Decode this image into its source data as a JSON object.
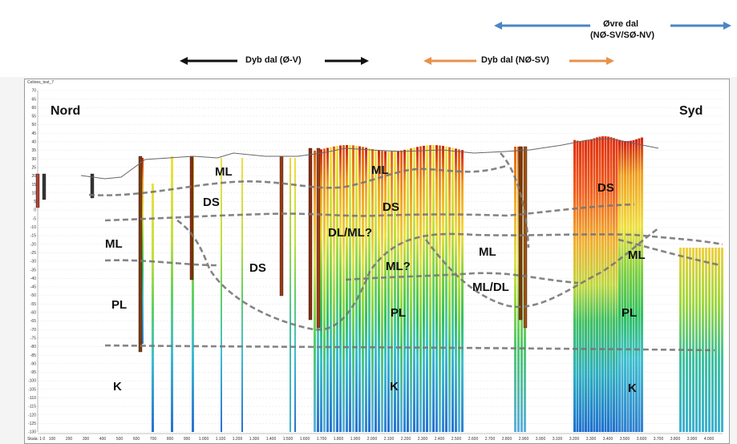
{
  "header": {
    "arrows": [
      {
        "id": "dyb-dal-ov",
        "label": "Dyb dal (Ø-V)",
        "color": "#111111"
      },
      {
        "id": "dyb-dal-nosv",
        "label": "Dyb dal (NØ-SV)",
        "color": "#e8914a"
      },
      {
        "id": "ovre-dal",
        "label_line1": "Øvre dal",
        "label_line2": "(NØ-SV/SØ-NV)",
        "color": "#4a86c8"
      }
    ]
  },
  "profile": {
    "window_title": "Celines_test_7",
    "scale_text": "Skala: 1:0",
    "north": "Nord",
    "south": "Syd",
    "y_ticks": [
      "70",
      "65",
      "60",
      "55",
      "50",
      "45",
      "40",
      "35",
      "30",
      "25",
      "20",
      "15",
      "10",
      "5",
      "0",
      "-5",
      "-10",
      "-15",
      "-20",
      "-25",
      "-30",
      "-35",
      "-40",
      "-45",
      "-50",
      "-55",
      "-60",
      "-65",
      "-70",
      "-75",
      "-80",
      "-85",
      "-90",
      "-95",
      "-100",
      "-105",
      "-110",
      "-115",
      "-120",
      "-125",
      "-130"
    ],
    "x_ticks": [
      "100",
      "200",
      "300",
      "400",
      "500",
      "600",
      "700",
      "800",
      "900",
      "1.000",
      "1.100",
      "1.200",
      "1.300",
      "1.400",
      "1.500",
      "1.600",
      "1.700",
      "1.800",
      "1.900",
      "2.000",
      "2.100",
      "2.200",
      "2.300",
      "2.400",
      "2.500",
      "2.600",
      "2.700",
      "2.800",
      "2.900",
      "3.000",
      "3.100",
      "3.200",
      "3.300",
      "3.400",
      "3.500",
      "3.600",
      "3.700",
      "3.800",
      "3.900",
      "4.000"
    ],
    "units": [
      {
        "id": "ml-1",
        "text": "ML"
      },
      {
        "id": "ds-1",
        "text": "DS"
      },
      {
        "id": "ml-2",
        "text": "ML"
      },
      {
        "id": "ds-2",
        "text": "DS"
      },
      {
        "id": "pl-1",
        "text": "PL"
      },
      {
        "id": "k-1",
        "text": "K"
      },
      {
        "id": "ml-3",
        "text": "ML"
      },
      {
        "id": "ds-3",
        "text": "DS"
      },
      {
        "id": "dlml",
        "text": "DL/ML?"
      },
      {
        "id": "mlq",
        "text": "ML?"
      },
      {
        "id": "pl-2",
        "text": "PL"
      },
      {
        "id": "k-2",
        "text": "K"
      },
      {
        "id": "ml-4",
        "text": "ML"
      },
      {
        "id": "mldl",
        "text": "ML/DL"
      },
      {
        "id": "ds-4",
        "text": "DS"
      },
      {
        "id": "ml-5",
        "text": "ML"
      },
      {
        "id": "pl-3",
        "text": "PL"
      },
      {
        "id": "k-3",
        "text": "K"
      }
    ]
  }
}
